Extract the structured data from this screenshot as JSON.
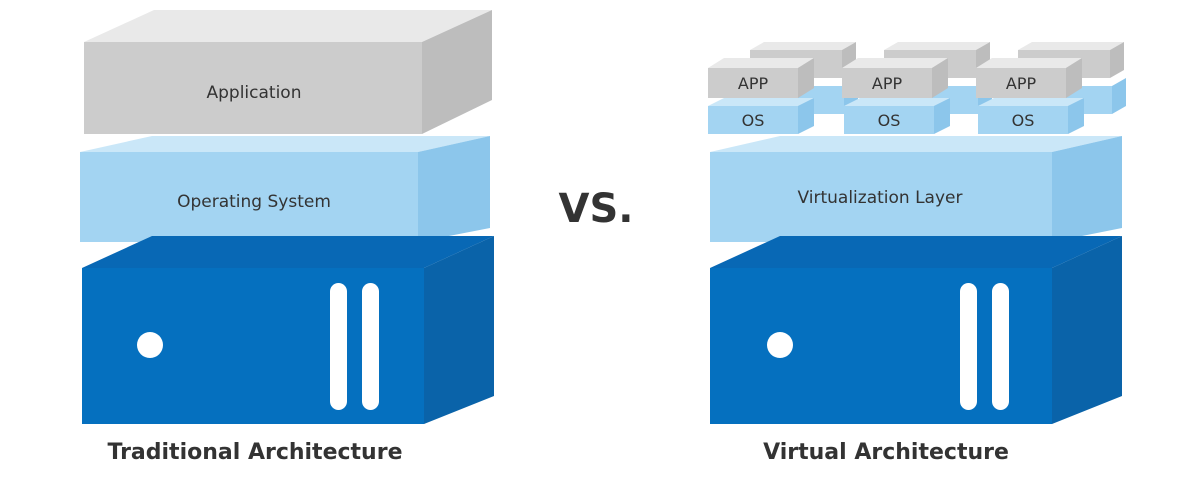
{
  "traditional": {
    "application_label": "Application",
    "os_label": "Operating System",
    "caption": "Traditional Architecture"
  },
  "separator": "VS.",
  "virtual": {
    "app_label": "APP",
    "os_label": "OS",
    "layer_label": "Virtualization Layer",
    "caption": "Virtual Architecture"
  },
  "colors": {
    "gray_front": "#cccccc",
    "gray_side": "#bdbdbd",
    "gray_top": "#e9e9e9",
    "light_blue_front": "#a3d4f2",
    "light_blue_side": "#8cc6eb",
    "light_blue_top": "#cae7f8",
    "dark_blue_front": "#0570bf",
    "dark_blue_side": "#0a63a9",
    "dark_blue_top": "#0868b5",
    "text": "#333333"
  }
}
